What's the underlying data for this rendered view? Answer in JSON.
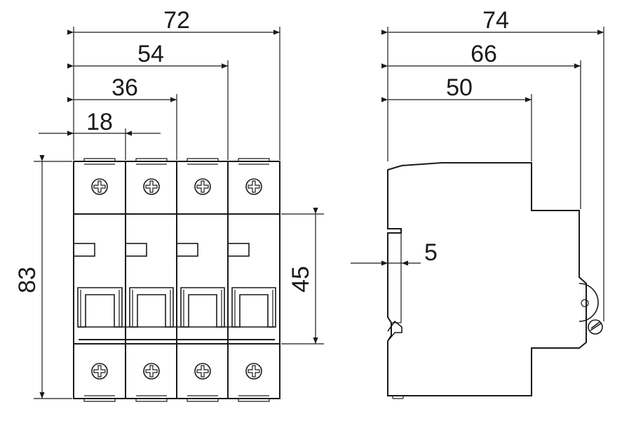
{
  "front_view": {
    "width_dimensions": [
      "72",
      "54",
      "36",
      "18"
    ],
    "height_dimension": "83",
    "body_height_dimension": "45"
  },
  "side_view": {
    "depth_dimensions": [
      "74",
      "66",
      "50"
    ],
    "rail_dimension": "5"
  },
  "colors": {
    "line": "#1a1a1a",
    "background": "#ffffff"
  }
}
